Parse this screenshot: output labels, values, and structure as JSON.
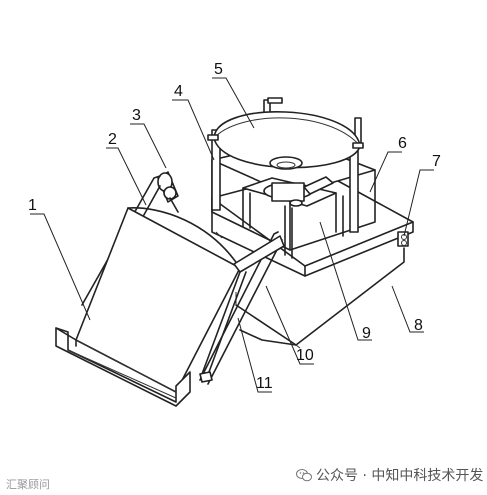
{
  "labels": [
    "1",
    "2",
    "3",
    "4",
    "5",
    "6",
    "7",
    "8",
    "9",
    "10",
    "11"
  ],
  "watermark_left": "汇聚顾问",
  "watermark_right": "公众号 · 中知中科技术开发"
}
